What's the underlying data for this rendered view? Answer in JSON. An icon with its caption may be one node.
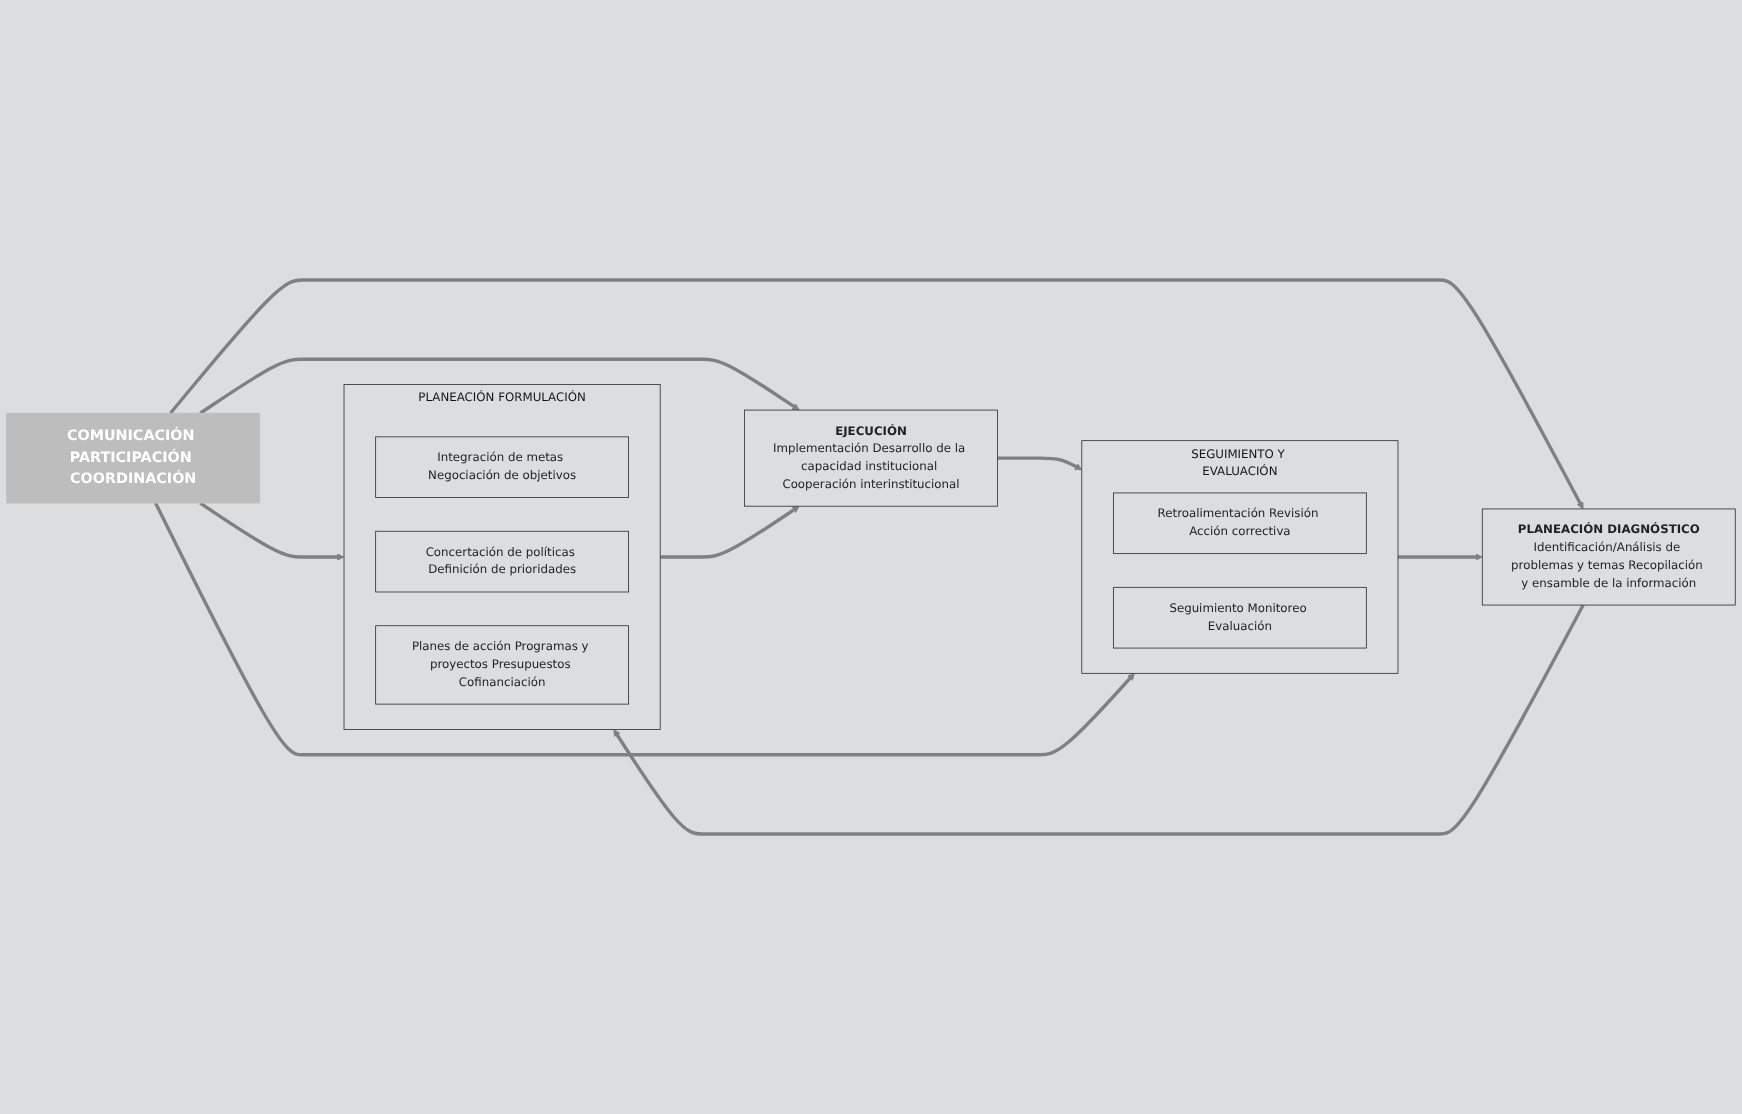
{
  "diagram": {
    "nodes": [
      {
        "text": [
          "PLANEACIÓN DIAGNÓSTICO",
          "Identificación/Análisis de problemas y temas Recopilación y ensamble de la información"
        ]
      },
      {
        "text": [
          "SEGUIMIENTO Y EVALUACIÓN"
        ]
      },
      {
        "text": [
          "Retroalimentación Revisión Acción correctiva"
        ],
        "in": 1
      },
      {
        "text": [
          "Seguimiento Monitoreo Evaluación"
        ],
        "in": 1
      },
      {
        "text": [
          "COMUNICACIÓN PARTICIPACIÓN COORDINACIÓN"
        ]
      },
      {
        "text": [
          "PLANEACIÓN FORMULACIÓN"
        ]
      },
      {
        "text": [
          "Integración de metas Negociación de objetivos"
        ],
        "in": 5
      },
      {
        "text": [
          "Concertación de políticas Definición de prioridades"
        ],
        "in": 5
      },
      {
        "text": [
          "Planes de acción Programas y proyectos Presupuestos Cofinanciación"
        ],
        "in": 5
      },
      {
        "text": [
          "EJECUCIÓN",
          "Implementación Desarrollo de la capacidad institucional Cooperación interinstitucional"
        ]
      }
    ],
    "edges": [
      {
        "from": 1,
        "to": 0,
        "arrow": "to"
      },
      {
        "from": 0,
        "to": 5,
        "arrow": "to"
      },
      {
        "from": 5,
        "to": 9,
        "arrow": "to"
      },
      {
        "from": 9,
        "to": 1,
        "arrow": "to"
      },
      {
        "from": 4,
        "to": 0,
        "arrow": "to"
      },
      {
        "from": 4,
        "to": 1,
        "arrow": "to"
      },
      {
        "from": 4,
        "to": 5,
        "arrow": "to"
      },
      {
        "from": 4,
        "to": 9,
        "arrow": "to"
      }
    ]
  }
}
